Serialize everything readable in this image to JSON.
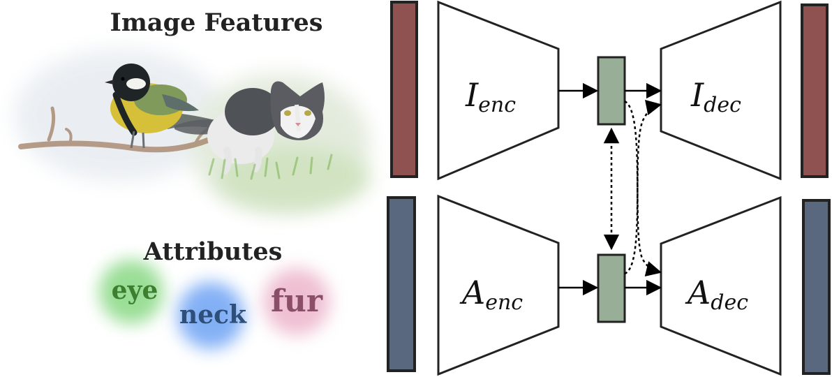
{
  "image_section": {
    "title": "Image Features",
    "photo_subjects": [
      "bird-icon",
      "cat-icon"
    ]
  },
  "attributes_section": {
    "title": "Attributes",
    "items": [
      {
        "label": "eye",
        "text_color": "#3d7f2f",
        "glow_color": "#6fd06a"
      },
      {
        "label": "neck",
        "text_color": "#2d4f7a",
        "glow_color": "#4f8ff2"
      },
      {
        "label": "fur",
        "text_color": "#8a4e66",
        "glow_color": "#e8a5bf"
      }
    ]
  },
  "network": {
    "image_encoder": {
      "symbol": "I",
      "subscript": "enc"
    },
    "image_decoder": {
      "symbol": "I",
      "subscript": "dec"
    },
    "attr_encoder": {
      "symbol": "A",
      "subscript": "enc"
    },
    "attr_decoder": {
      "symbol": "A",
      "subscript": "dec"
    }
  },
  "colors": {
    "image_feature_bar": "#8f5250",
    "attribute_bar": "#59677f",
    "latent_code": "#99ae97",
    "outline": "#222222"
  }
}
